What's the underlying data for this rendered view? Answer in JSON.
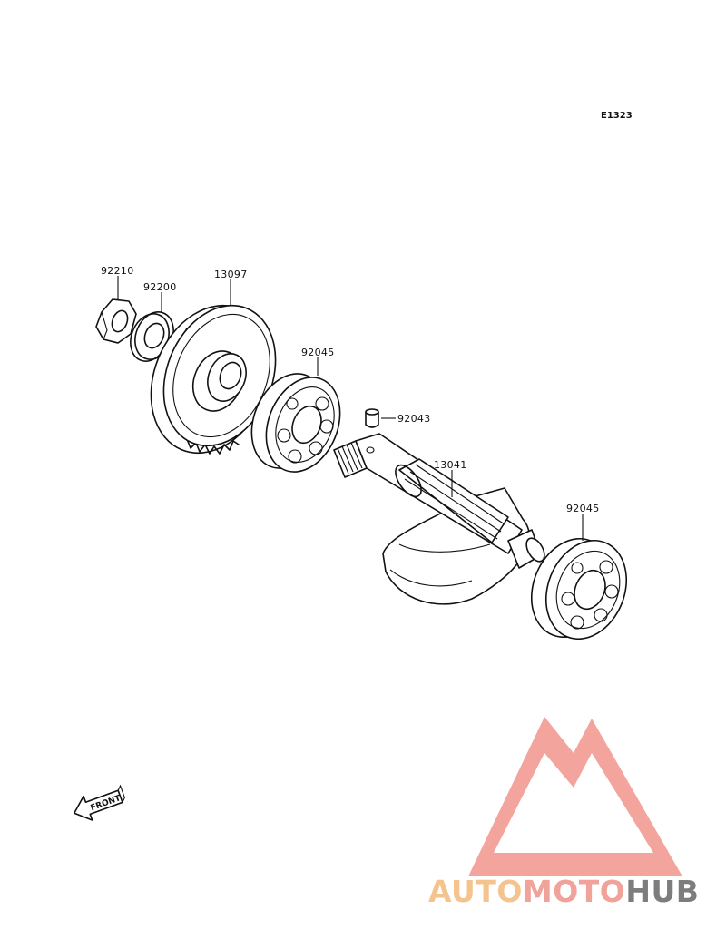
{
  "diagram": {
    "ref_code": "E1323",
    "parts": {
      "nut": "92210",
      "washer": "92200",
      "gear": "13097",
      "bearing_upper": "92045",
      "pin": "92043",
      "shaft": "13041",
      "bearing_lower": "92045"
    },
    "front_arrow": "FRONT"
  },
  "watermark": {
    "parts": [
      "AUTO",
      "MOTO",
      "HUB"
    ],
    "colors": {
      "auto": "#f5c38e",
      "moto": "#f1a39b",
      "hub": "#7d7d7d",
      "logo": "#f19a92"
    }
  }
}
